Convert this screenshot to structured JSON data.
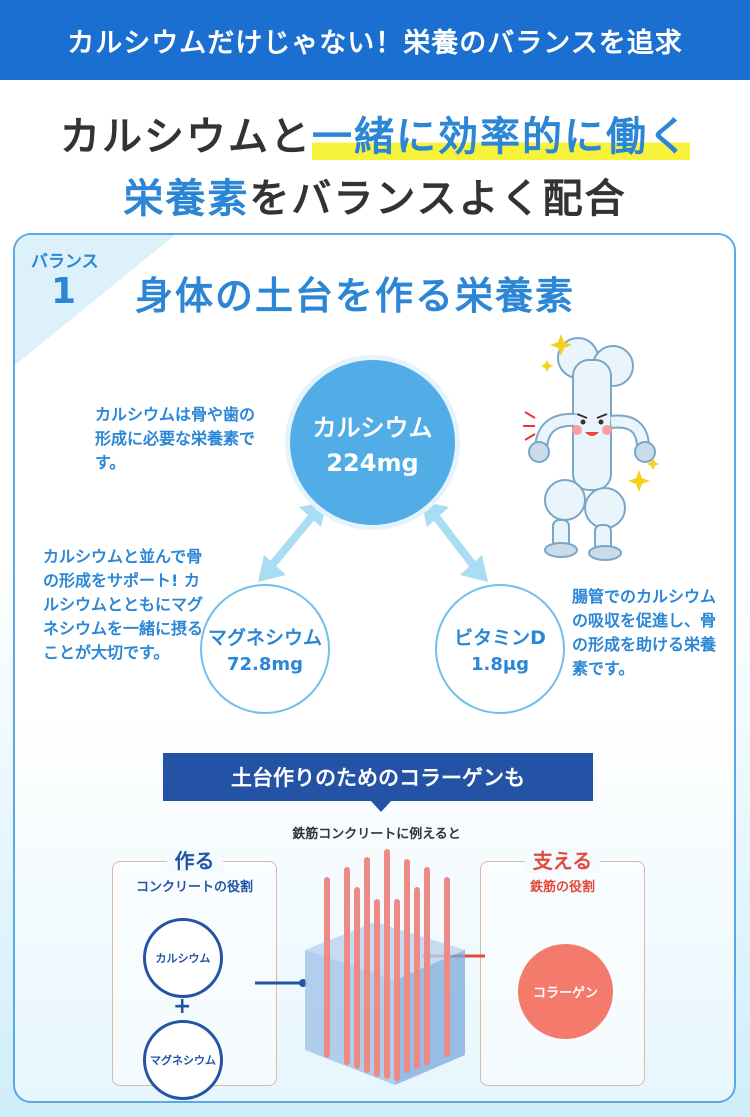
{
  "banner": {
    "text": "カルシウムだけじゃない！栄養のバランスを追求"
  },
  "headline": {
    "line1_a": "カルシウムと",
    "line1_b": "一緒に効率的に働く",
    "line2_a": "栄養素",
    "line2_b": "をバランスよく配合"
  },
  "panel": {
    "badge_label": "バランス",
    "badge_number": "1",
    "title": "身体の土台を作る栄養素"
  },
  "nutrients": {
    "calcium": {
      "name": "カルシウム",
      "amount": "224mg"
    },
    "magnesium": {
      "name": "マグネシウム",
      "amount": "72.8mg"
    },
    "vitamin_d": {
      "name": "ビタミンD",
      "amount": "1.8μg"
    }
  },
  "notes": {
    "calcium": "カルシウムは骨や歯の形成に必要な栄養素です。",
    "magnesium": "カルシウムと並んで骨の形成をサポート! カルシウムとともにマグネシウムを一緒に摂ることが大切です。",
    "vitamin_d": "腸管でのカルシウムの吸収を促進し、骨の形成を助ける栄養素です。"
  },
  "collagen_banner": "土台作りのためのコラーゲンも",
  "caption": "鉄筋コンクリートに例えると",
  "left_box": {
    "title": "作る",
    "subtitle": "コンクリートの役割",
    "item1": "カルシウム",
    "plus": "+",
    "item2": "マグネシウム"
  },
  "right_box": {
    "title": "支える",
    "subtitle": "鉄筋の役割",
    "item": "コラーゲン"
  },
  "colors": {
    "banner": "#1a6fd1",
    "accent_blue": "#2b86d6",
    "navy": "#2453a5",
    "coral": "#f47a6c",
    "highlight_yellow": "#f6f33a"
  },
  "icons": [
    "bone-mascot-illustration",
    "double-arrow-icon",
    "rebar-concrete-illustration"
  ]
}
